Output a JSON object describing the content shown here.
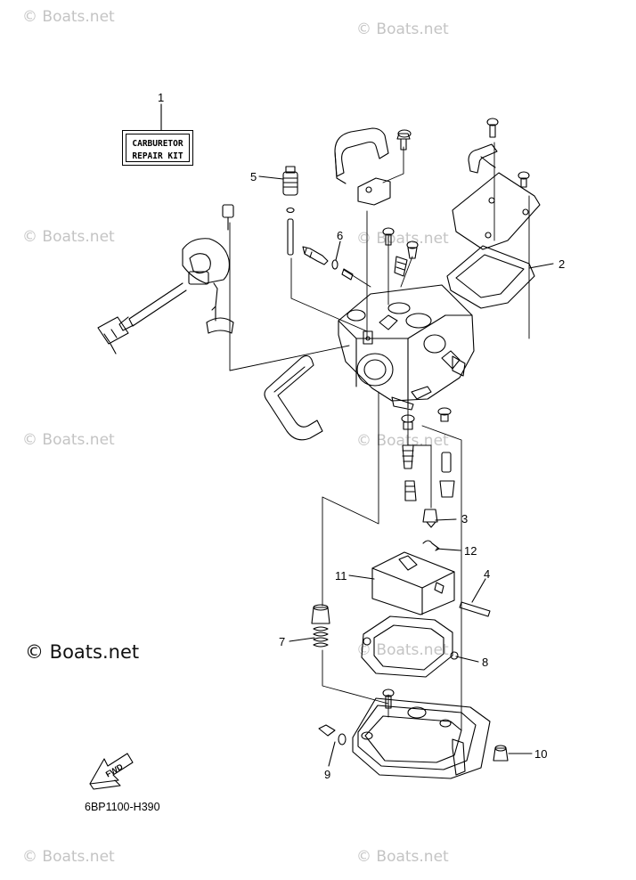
{
  "watermarks": [
    "© Boats.net",
    "© Boats.net",
    "© Boats.net",
    "© Boats.net",
    "© Boats.net",
    "© Boats.net",
    "© Boats.net",
    "© Boats.net",
    "© Boats.net",
    "© Boats.net"
  ],
  "brand_watermark": "© Boats.net",
  "diagram_code": "6BP1100-H390",
  "kit_label": {
    "line1": "CARBURETOR",
    "line2": "REPAIR KIT"
  },
  "fwd_label": "FWD",
  "callouts": {
    "c1": "1",
    "c2": "2",
    "c3": "3",
    "c4": "4",
    "c5": "5",
    "c6": "6",
    "c7": "7",
    "c8": "8",
    "c9": "9",
    "c10": "10",
    "c11": "11",
    "c12": "12"
  },
  "colors": {
    "line": "#000000",
    "watermark": "#c4c4c4",
    "background": "#ffffff"
  }
}
